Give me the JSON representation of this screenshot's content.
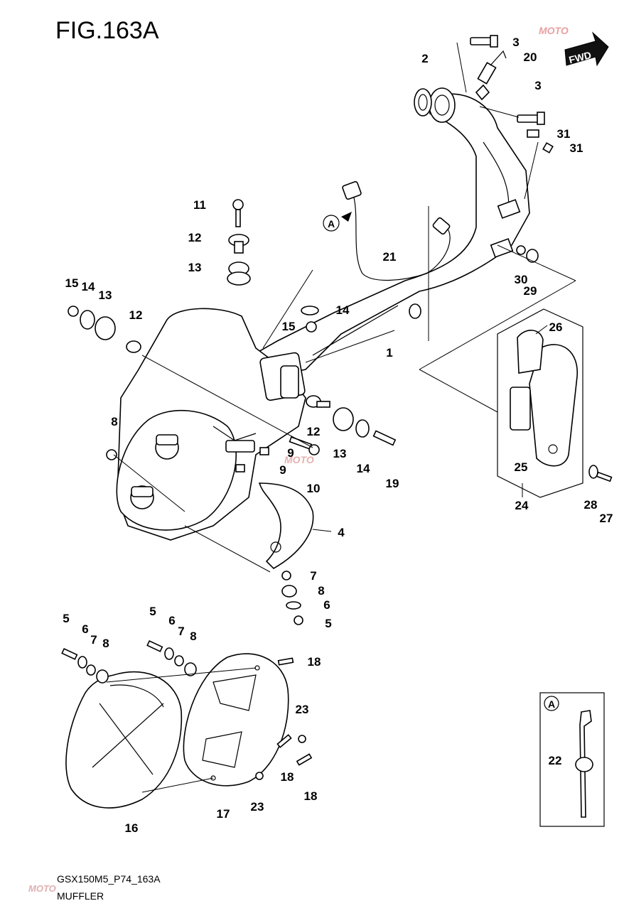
{
  "figure": {
    "title": "FIG.163A",
    "code": "GSX150M5_P74_163A",
    "name": "MUFFLER",
    "direction_badge": "FWD",
    "watermark": "MOTO"
  },
  "inset": {
    "label": "A",
    "parts": [
      "22"
    ]
  },
  "callout_reference": "A",
  "part_callouts": [
    "1",
    "2",
    "3",
    "3",
    "4",
    "5",
    "5",
    "5",
    "6",
    "6",
    "6",
    "7",
    "7",
    "7",
    "8",
    "8",
    "8",
    "8",
    "9",
    "9",
    "10",
    "11",
    "12",
    "12",
    "12",
    "13",
    "13",
    "13",
    "14",
    "14",
    "14",
    "15",
    "15",
    "16",
    "17",
    "18",
    "18",
    "18",
    "19",
    "20",
    "21",
    "22",
    "23",
    "23",
    "24",
    "25",
    "26",
    "27",
    "28",
    "29",
    "30",
    "31",
    "31"
  ]
}
